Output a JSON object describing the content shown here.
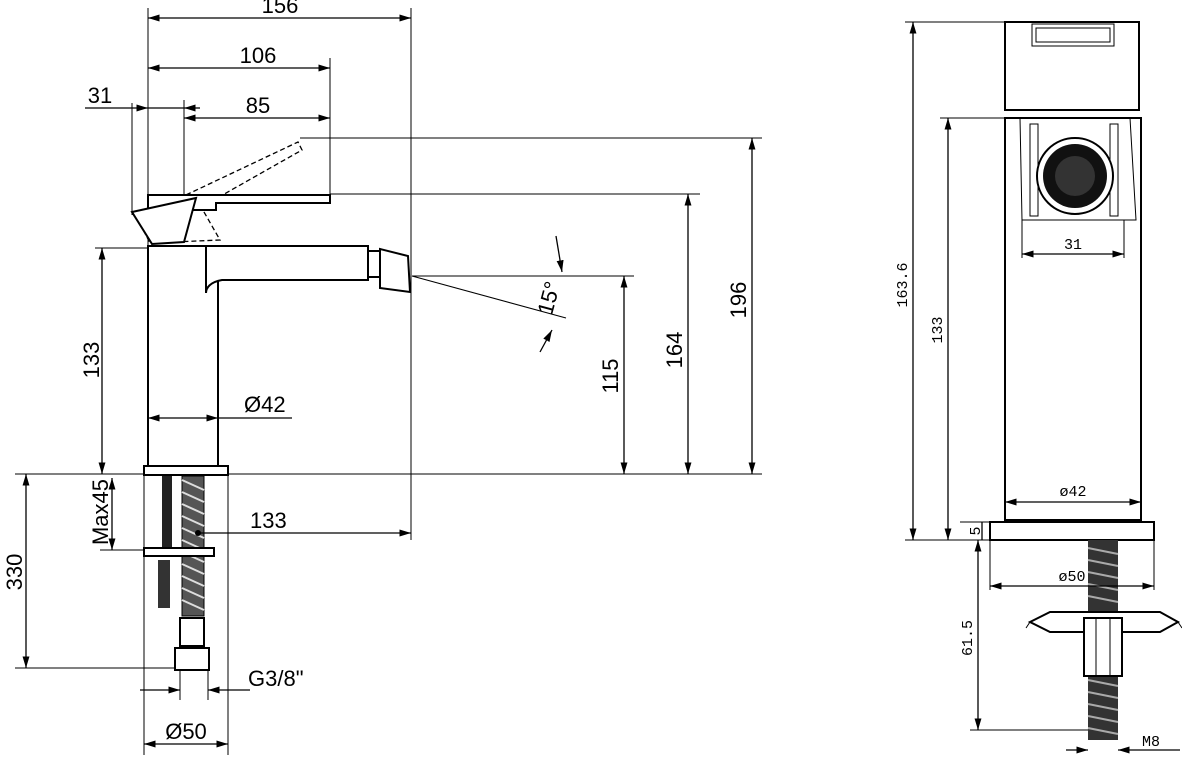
{
  "side_view": {
    "width_total": "156",
    "width_lever": "106",
    "offset_spout": "31",
    "width_spout": "85",
    "angle": "15°",
    "height_body": "133",
    "diameter_body": "Ø42",
    "height_outlet": "115",
    "height_lever": "164",
    "height_total": "196",
    "max_deck": "Max45",
    "hose_length": "330",
    "below_deck": "133",
    "connector": "G3/8\"",
    "base_diameter": "Ø50"
  },
  "front_view": {
    "total_height": "163.6",
    "body_height": "133",
    "aerator_width": "31",
    "body_diameter": "ø42",
    "base_height": "5",
    "base_diameter": "ø50",
    "stud_length": "61.5",
    "stud_thread": "M8"
  }
}
